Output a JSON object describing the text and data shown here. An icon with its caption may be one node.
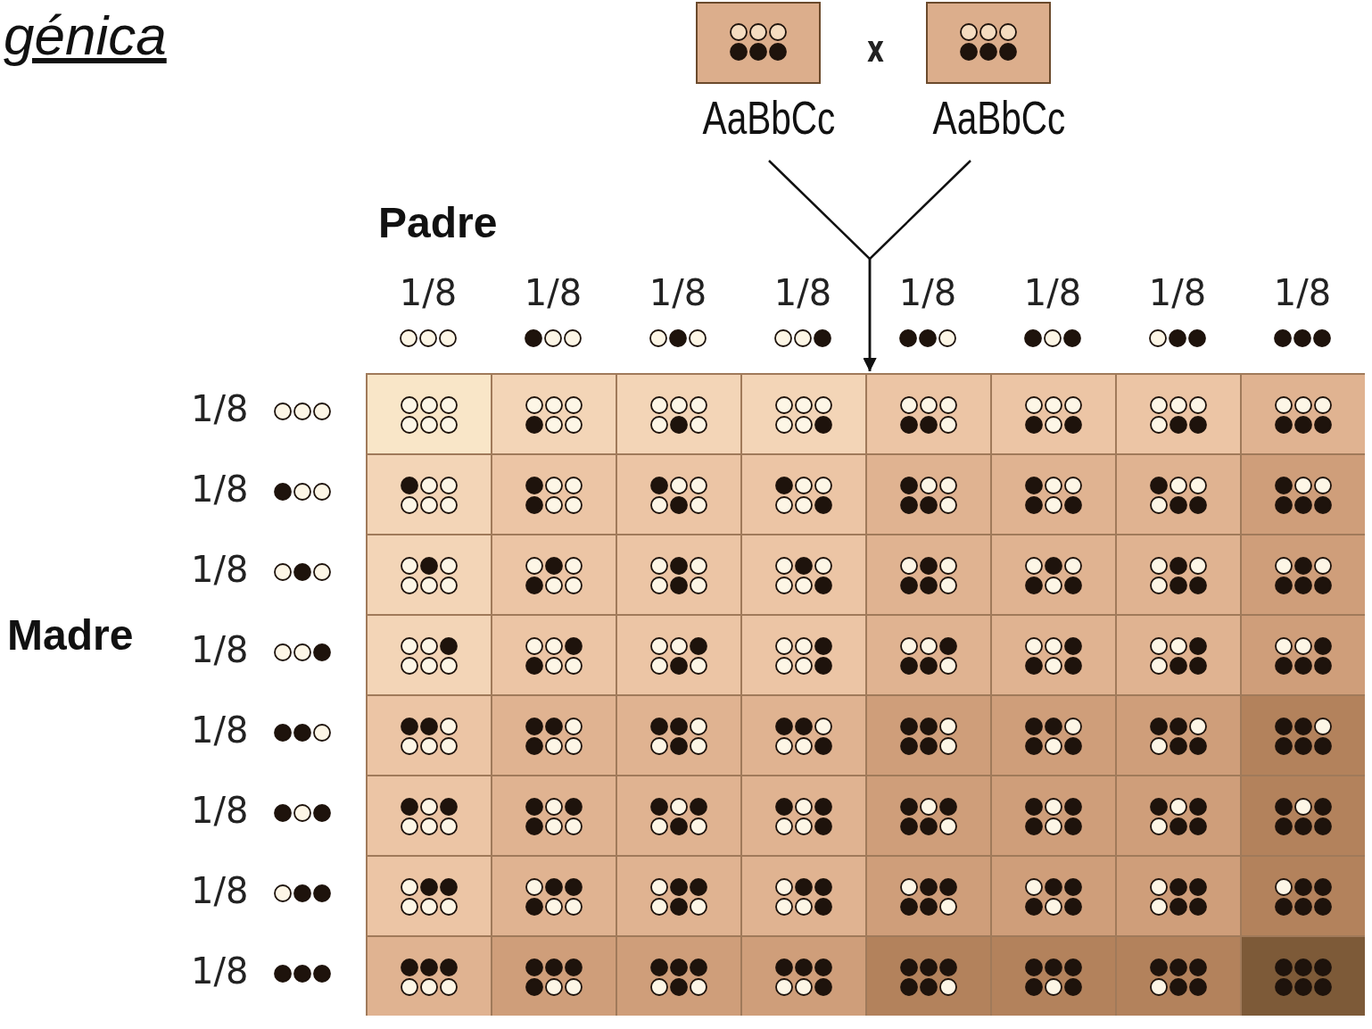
{
  "diagram": {
    "title": "génica",
    "nodes": [
      {
        "text": [],
        "shape": "box",
        "beside": [
          "AaBbCc"
        ]
      },
      {
        "text": [],
        "shape": "box",
        "beside": [
          "AaBbCc"
        ]
      },
      {
        "text": [],
        "shape": "box"
      }
    ],
    "edges": [
      {
        "from": 0,
        "to": 2,
        "arrow": "to"
      },
      {
        "from": 1,
        "to": 2,
        "arrow": "to"
      }
    ],
    "labels": [
      "x",
      "Padre",
      "1/8",
      "1/8",
      "1/8",
      "1/8",
      "1/8",
      "1/8",
      "1/8",
      "1/8",
      "Madre",
      "1/8",
      "1/8",
      "1/8",
      "1/8",
      "1/8",
      "1/8",
      "1/8",
      "1/8"
    ]
  }
}
